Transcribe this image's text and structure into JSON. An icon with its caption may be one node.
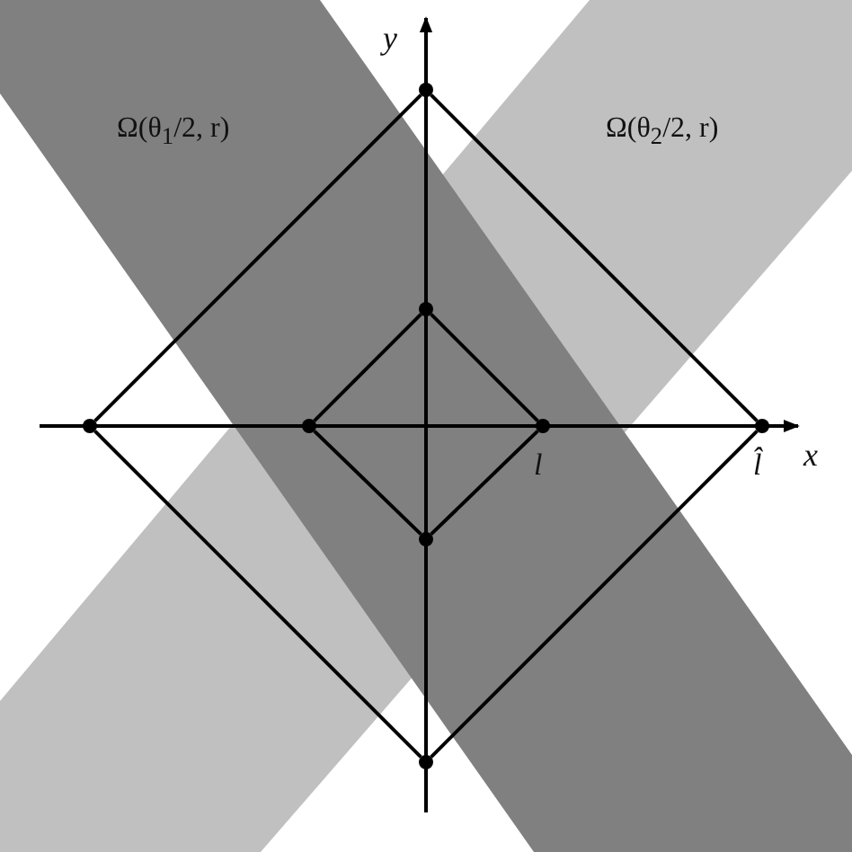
{
  "diagram": {
    "nodes": [
      {
        "text": [],
        "shape": "circle"
      },
      {
        "text": [],
        "shape": "circle"
      },
      {
        "text": [],
        "shape": "circle"
      },
      {
        "text": [],
        "shape": "circle"
      },
      {
        "text": [],
        "shape": "circle",
        "beside": [
          "l"
        ]
      },
      {
        "text": [],
        "shape": "circle",
        "beside": [
          "l̂"
        ]
      },
      {
        "text": [],
        "shape": "circle"
      },
      {
        "text": [],
        "shape": "circle"
      }
    ],
    "edges": [
      {
        "from": 0,
        "to": 5,
        "arrow": "none"
      },
      {
        "from": 5,
        "to": 7,
        "arrow": "none"
      },
      {
        "from": 7,
        "to": 2,
        "arrow": "none"
      },
      {
        "from": 2,
        "to": 0,
        "arrow": "none"
      },
      {
        "from": 1,
        "to": 4,
        "arrow": "none"
      },
      {
        "from": 4,
        "to": 6,
        "arrow": "none"
      },
      {
        "from": 6,
        "to": 3,
        "arrow": "none"
      },
      {
        "from": 3,
        "to": 1,
        "arrow": "none"
      }
    ],
    "labels": [
      "y",
      "Ω(θ$_{1}$/2, r)",
      "Ω(θ$_{2}$/2, r)",
      "x"
    ]
  }
}
